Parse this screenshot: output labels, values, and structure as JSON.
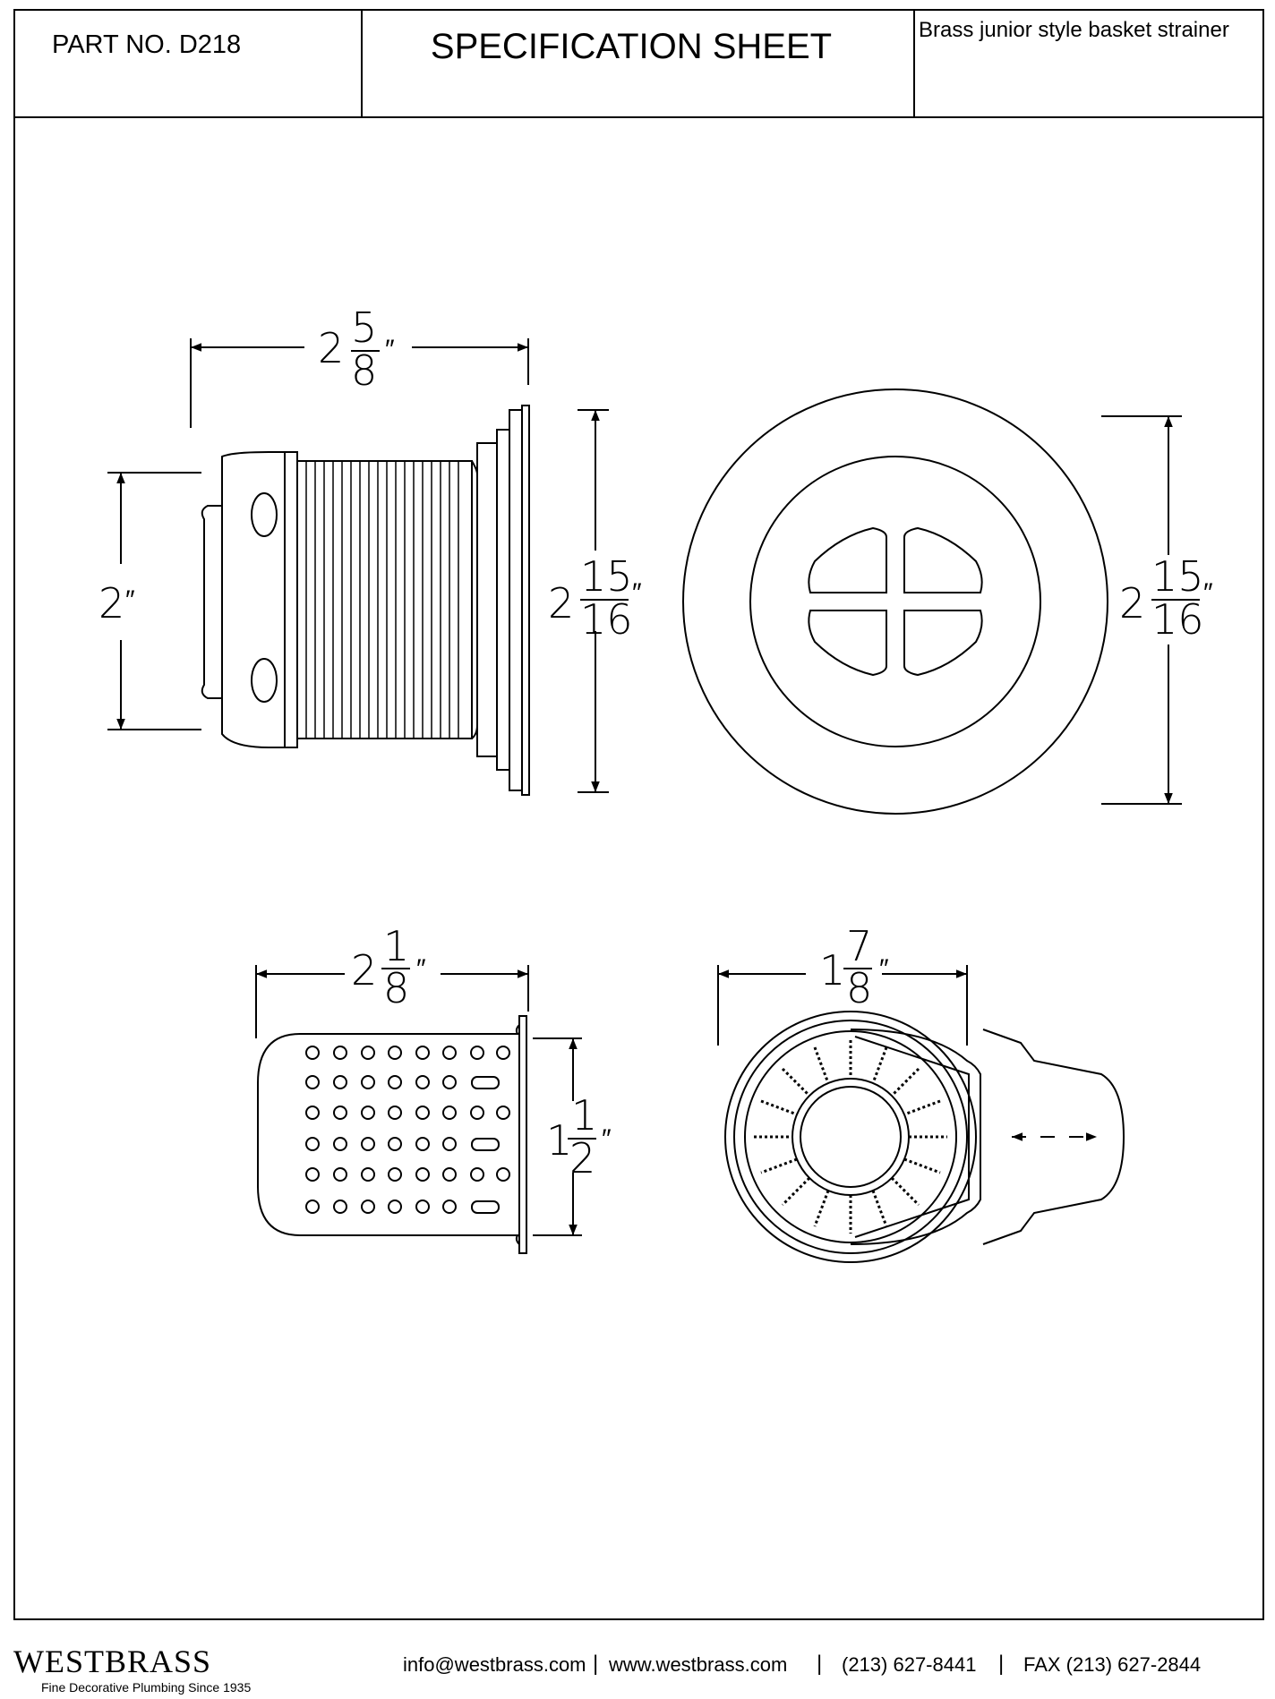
{
  "header": {
    "part_no": "PART NO.   D218",
    "title": "SPECIFICATION SHEET",
    "description": "Brass junior style basket strainer"
  },
  "dimensions": {
    "strainer_body_width": {
      "whole": "2",
      "num": "5",
      "den": "8",
      "unit": "″"
    },
    "strainer_body_height": {
      "whole": "2",
      "num": "",
      "den": "",
      "unit": "″"
    },
    "flange_height_side": {
      "whole": "2",
      "num": "15",
      "den": "16",
      "unit": "″"
    },
    "flange_diameter_front": {
      "whole": "2",
      "num": "15",
      "den": "16",
      "unit": "″"
    },
    "basket_width": {
      "whole": "2",
      "num": "1",
      "den": "8",
      "unit": "″"
    },
    "basket_height": {
      "whole": "1",
      "num": "1",
      "den": "2",
      "unit": "″"
    },
    "basket_top_diameter": {
      "whole": "1",
      "num": "7",
      "den": "8",
      "unit": "″"
    }
  },
  "footer": {
    "brand": "WESTBRASS",
    "tagline": "Fine Decorative Plumbing Since 1935",
    "email": "info@westbrass.com",
    "website": "www.westbrass.com",
    "phone": "(213) 627-8441",
    "fax": "FAX (213) 627-2844",
    "separator": "|"
  }
}
